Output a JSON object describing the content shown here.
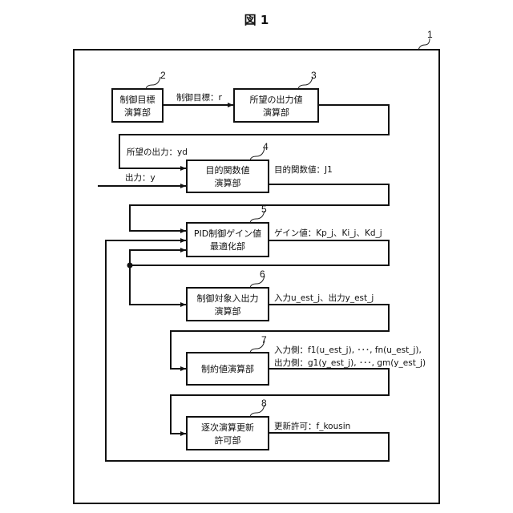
{
  "figure": {
    "title": "図 1",
    "system_ref": "1"
  },
  "blocks": [
    {
      "ref": "2",
      "lines": [
        "制御目標",
        "演算部"
      ]
    },
    {
      "ref": "3",
      "lines": [
        "所望の出力値",
        "演算部"
      ]
    },
    {
      "ref": "4",
      "lines": [
        "目的関数値",
        "演算部"
      ]
    },
    {
      "ref": "5",
      "lines": [
        "PID制御ゲイン値",
        "最適化部"
      ]
    },
    {
      "ref": "6",
      "lines": [
        "制御対象入出力",
        "演算部"
      ]
    },
    {
      "ref": "7",
      "lines": [
        "制約値演算部"
      ]
    },
    {
      "ref": "8",
      "lines": [
        "逐次演算更新",
        "許可部"
      ]
    }
  ],
  "signals": {
    "control_target": "制御目標：r",
    "desired_output": "所望の出力：yd",
    "output": "出力：y",
    "objective_value": "目的関数値：J1",
    "gain_values": "ゲイン値：Kp_j、Ki_j、Kd_j",
    "io_estimates": "入力u_est_j、出力y_est_j",
    "constraint_input": "入力側：f1(u_est_j), ･･･, fn(u_est_j),",
    "constraint_output": "出力側：g1(y_est_j), ･･･, gm(y_est_j)",
    "update_permission": "更新許可：f_kousin"
  }
}
